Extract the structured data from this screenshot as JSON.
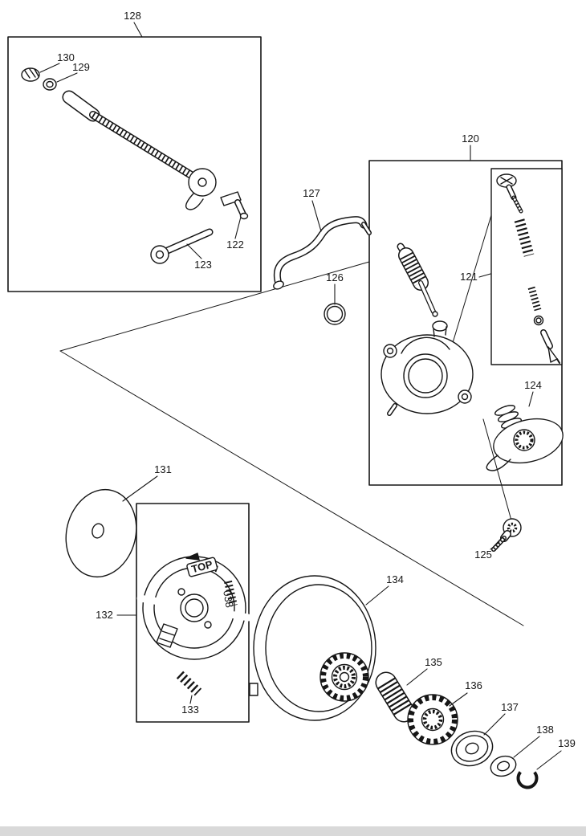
{
  "figure": {
    "colors": {
      "ink": "#161616",
      "background": "#ffffff",
      "footer_bar": "#d9d9d9"
    },
    "callouts": {
      "c120": "120",
      "c121": "121",
      "c122": "122",
      "c123": "123",
      "c124": "124",
      "c125": "125",
      "c126": "126",
      "c127": "127",
      "c128": "128",
      "c129": "129",
      "c130": "130",
      "c131": "131",
      "c132": "132",
      "c133": "133",
      "c134": "134",
      "c135": "135",
      "c136": "136",
      "c137": "137",
      "c138": "138",
      "c139": "139"
    },
    "inscriptions": {
      "clutch_top_marking": "TOP",
      "clutch_code_marking": "038"
    }
  }
}
